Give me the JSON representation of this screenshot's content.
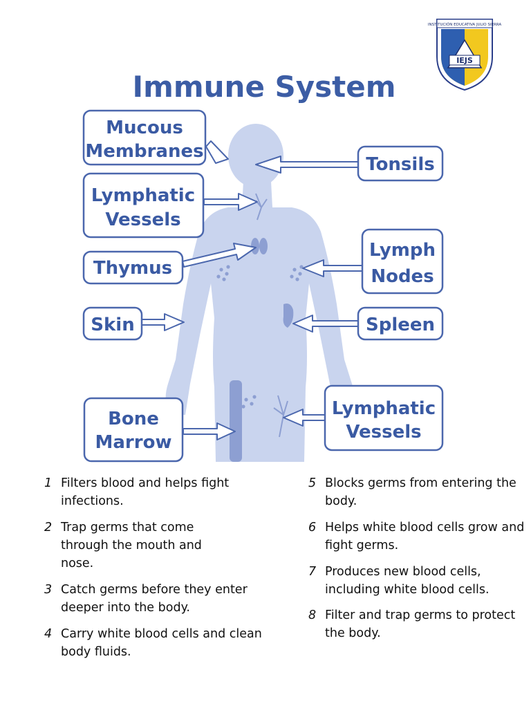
{
  "title": "Immune System",
  "colors": {
    "title": "#3c5da5",
    "label_text": "#3a5aa3",
    "box_border": "#4b67ad",
    "body_fill": "#c9d4ee",
    "organ_fill": "#8d9fd2",
    "arrow_fill": "#ffffff",
    "arrow_stroke": "#4b67ad",
    "note_text": "#111111"
  },
  "labels": {
    "mucous_membranes": [
      "Mucous",
      "Membranes"
    ],
    "tonsils": [
      "Tonsils"
    ],
    "lymphatic_vessels_top": [
      "Lymphatic",
      "Vessels"
    ],
    "lymph_nodes": [
      "Lymph",
      "Nodes"
    ],
    "thymus": [
      "Thymus"
    ],
    "skin": [
      "Skin"
    ],
    "spleen": [
      "Spleen"
    ],
    "bone_marrow": [
      "Bone",
      "Marrow"
    ],
    "lymphatic_vessels_bottom": [
      "Lymphatic",
      "Vessels"
    ]
  },
  "logo": {
    "top_text": "INSTITUCIÓN EDUCATIVA JULIO SIERRA",
    "initials": "IEJS"
  },
  "notes": [
    {
      "num": "1",
      "text": "Filters blood and helps fight infections."
    },
    {
      "num": "2",
      "text": "Trap germs that come through the mouth and nose."
    },
    {
      "num": "3",
      "text": "Catch germs before they enter deeper into the body."
    },
    {
      "num": "4",
      "text": " Carry white blood cells and clean body fluids."
    },
    {
      "num": "5",
      "text": "Blocks germs from entering the body."
    },
    {
      "num": "6",
      "text": "Helps white blood cells grow and fight germs."
    },
    {
      "num": "7",
      "text": "Produces new blood cells, including white blood cells."
    },
    {
      "num": "8",
      "text": "Filter and trap germs to protect the body."
    }
  ]
}
